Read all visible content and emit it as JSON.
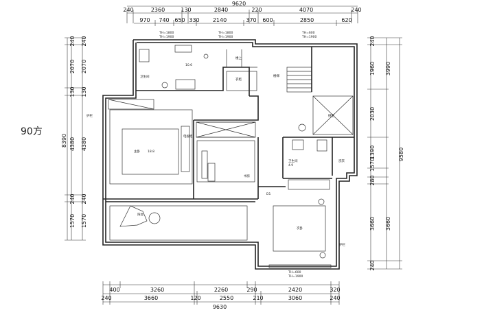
{
  "note": "90方",
  "dims": {
    "top_total": "9620",
    "top_row1": [
      "240",
      "2360",
      "130",
      "2840",
      "220",
      "4070",
      "240"
    ],
    "top_row2": [
      "970",
      "740",
      "650",
      "330",
      "2140",
      "370",
      "600",
      "2850",
      "620"
    ],
    "bottom_row1": [
      "400",
      "3260",
      "2260",
      "290",
      "2420",
      "320"
    ],
    "bottom_row2": [
      "240",
      "3660",
      "120",
      "2550",
      "210",
      "3060",
      "240"
    ],
    "bottom_total": "9630",
    "left_outer": [
      "240",
      "2070",
      "130",
      "4380",
      "240",
      "1570"
    ],
    "left_inner": [
      "240",
      "2070",
      "130",
      "4380",
      "240",
      "1570"
    ],
    "left_total": "8390",
    "right_inner": [
      "1960",
      "2030",
      "1390",
      "1570",
      "280",
      "3660",
      "240"
    ],
    "right_outer": [
      "3990",
      "9580"
    ]
  },
  "labels": {
    "win1": "TH=1800",
    "win1b": "TH=1900",
    "win2": "TH=1800",
    "win2b": "TH=1900",
    "win3": "TH=600",
    "win3b": "TH=1900",
    "win4": "TH=600",
    "win4b": "TH=1900",
    "bath_top": "卫生间",
    "bath_top_area": "10.6",
    "stairs_up": "楼上",
    "wardrobe": "衣柜",
    "master": "主卧",
    "master_area": "18.8",
    "master_tv": "电视柜",
    "study": "书房",
    "bed2": "次卧",
    "bath2": "卫生间",
    "bath2_area": "4.9",
    "laundry": "洗衣",
    "void": "挑空",
    "balcony": "阳台",
    "guard1": "护栏",
    "guard2": "护栏",
    "d1": "D1",
    "stair_label": "楼梯"
  }
}
